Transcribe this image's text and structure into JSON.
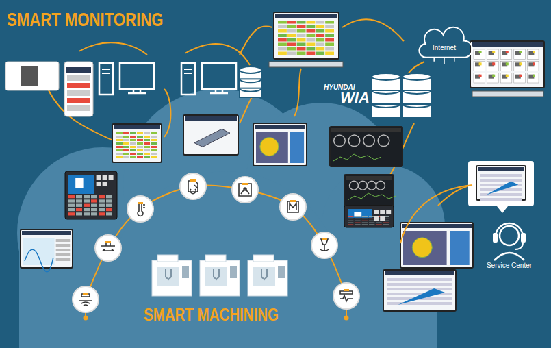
{
  "diagram": {
    "title": "SMART MONITORING",
    "nodes": [
      {
        "text": [
          "Internet"
        ]
      },
      {
        "text": [
          "Service Center"
        ]
      }
    ],
    "labels": [
      "SMART MACHINING",
      "HYUNDAI",
      "WIA"
    ]
  }
}
